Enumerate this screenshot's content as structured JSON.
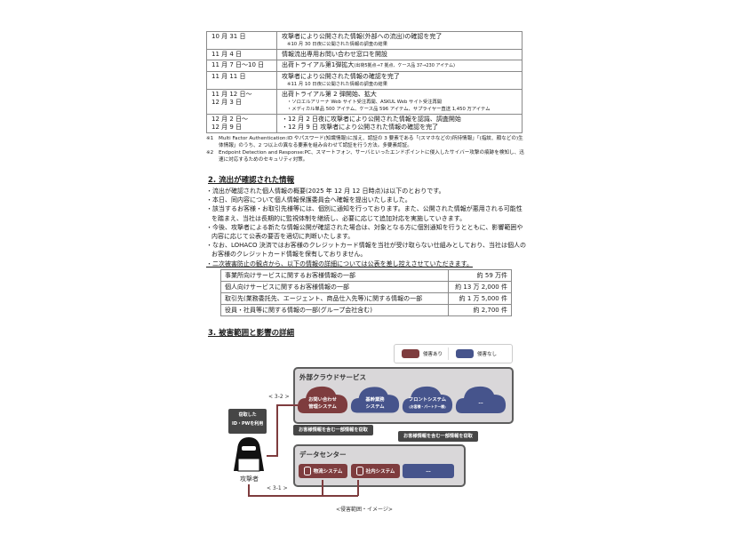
{
  "timeline": {
    "rows": [
      {
        "date": "10 月 31 日",
        "text": "攻撃者により公開された情報(外部への流出)の確認を完了",
        "sub": [
          "※10 月 30 日夜に公開された情報の調査の結果"
        ]
      },
      {
        "date": "11 月 4 日",
        "text": "情報流出専用お問い合わせ窓口を開設",
        "sub": []
      },
      {
        "date": "11 月 7 日〜10 日",
        "text": "出荷トライアル第1弾拡大",
        "note": "(出荷5拠点→7 拠点、ケース品 37→230 アイテム)",
        "sub": []
      },
      {
        "date": "11 月 11 日",
        "text": "攻撃者により公開された情報の確認を完了",
        "sub": [
          "※11 月 10 日夜に公開された情報の調査の結果"
        ]
      },
      {
        "date": "11 月 12 日〜",
        "date2": "12 月 3 日",
        "text": "出荷トライアル第 2 弾開始、拡大",
        "sub": [
          "・ソロエルアリーナ Web サイト受注再開、ASKUL Web サイト受注再開",
          "・メディカル単品 500 アイテム、ケース品 596 アイテム、サプライヤー直送 1,450 万アイテム"
        ]
      },
      {
        "date": "12 月 2 日〜",
        "date2": "12 月 9 日",
        "text": "・12 月 2 日夜に攻撃者により公開された情報を認識、調査開始",
        "text2": "・12 月 9 日 攻撃者により公開された情報の確認を完了",
        "sub": []
      }
    ]
  },
  "footnotes": [
    {
      "mark": "※1",
      "text": "Multi Factor Authentication:ID やパスワード(知識情報)に加え、認証の 3 要素である「(スマホなどの)所持情報」「(指紋、顔などの)生体情報」のうち、2 つ以上の異なる要素を組み合わせて認証を行う方法。多要素認証。"
    },
    {
      "mark": "※2",
      "text": "Endpoint Detection and Response:PC、スマートフォン、サーバといったエンドポイントに侵入したサイバー攻撃の痕跡を検知し、迅速に対応するためのセキュリティ対策。"
    }
  ],
  "section2": {
    "title": "2. 流出が確認された情報",
    "bullets": [
      "・流出が確認された個人情報の概要(2025 年 12 月 12 日時点)は以下のとおりです。",
      "・本日、同内容について個人情報保護委員会へ確報を提出いたしました。",
      "・該当するお客様・お取引先様等には、個別に通知を行っております。また、公開された情報が悪用される可能性を踏まえ、当社は長期的に監視体制を継続し、必要に応じて追加対応を実施していきます。",
      "・今後、攻撃者による新たな情報公開が確認された場合は、対象となる方に個別通知を行うとともに、影響範囲や内容に応じて公表の要否を適切に判断いたします。",
      "・なお、LOHACO 決済ではお客様のクレジットカード情報を当社が受け取らない仕組みとしており、当社は個人のお客様のクレジットカード情報を保有しておりません。",
      "・二次被害防止の観点から、以下の情報の詳細については公表を差し控えさせていただきます。"
    ],
    "table": [
      {
        "label": "事業所向けサービスに関するお客様情報の一部",
        "value": "約 59 万件"
      },
      {
        "label": "個人向けサービスに関するお客様情報の一部",
        "value": "約 13 万 2,000 件"
      },
      {
        "label": "取引先(業務委託先、エージェント、商品仕入先等)に関する情報の一部",
        "value": "約 1 万 5,000 件"
      },
      {
        "label": "役員・社員等に関する情報の一部(グループ会社含む)",
        "value": "約 2,700 件"
      }
    ]
  },
  "section3": {
    "title": "3. 被害範囲と影響の詳細",
    "legend": {
      "affected": "侵害あり",
      "unaffected": "侵害なし",
      "affected_color": "#7e3c3e",
      "unaffected_color": "#46548c"
    },
    "cloud_box": {
      "title": "外部クラウドサービス",
      "clouds": [
        {
          "l1": "お問い合わせ",
          "l2": "管理システム",
          "status": "affected"
        },
        {
          "l1": "基幹業務",
          "l2": "システム",
          "status": "unaffected"
        },
        {
          "l1": "フロントシステム",
          "l2": "(お客様・パートナー様)",
          "status": "unaffected"
        },
        {
          "l1": "…",
          "l2": "",
          "status": "unaffected"
        }
      ]
    },
    "dc_box": {
      "title": "データセンター",
      "systems": [
        {
          "label": "物流システム",
          "status": "affected"
        },
        {
          "label": "社内システム",
          "status": "affected"
        },
        {
          "label": "…",
          "status": "unaffected"
        }
      ]
    },
    "tag1": "お客様情報を含む一部情報を窃取",
    "tag2": "お客様情報を含む一部情報を窃取",
    "attacker_bubble": [
      "窃取した",
      "ID・PWを利用"
    ],
    "attacker_label": "攻撃者",
    "route_32": "< 3-2 >",
    "route_31": "< 3-1 >",
    "caption": "<侵害範囲・イメージ>"
  }
}
